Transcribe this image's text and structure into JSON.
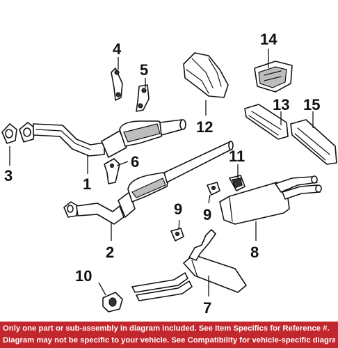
{
  "callouts": {
    "c1": "1",
    "c2": "2",
    "c3": "3",
    "c4": "4",
    "c5": "5",
    "c6": "6",
    "c7": "7",
    "c8": "8",
    "c9a": "9",
    "c9b": "9",
    "c10": "10",
    "c11": "11",
    "c12": "12",
    "c13": "13",
    "c14": "14",
    "c15": "15"
  },
  "footer": {
    "line1": "Only one part or sub-assembly in diagram included. See Item Specifics for Reference #.",
    "line2": "Diagram may not be specific to your vehicle. See Compatibility for vehicle-specific diagrams."
  },
  "colors": {
    "banner": "#c1272d",
    "banner_text": "#ffffff",
    "ink": "#111111"
  }
}
